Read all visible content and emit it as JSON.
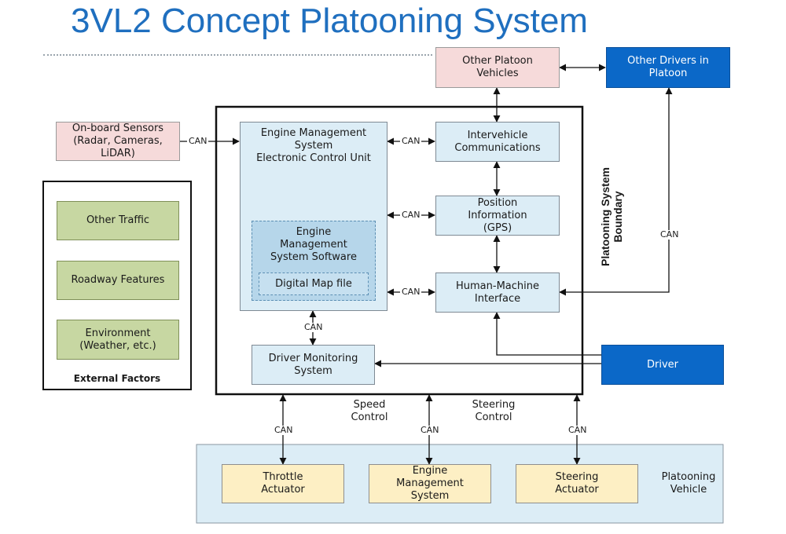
{
  "title": "3VL2 Concept Platooning System",
  "nodes": {
    "other_platoon_vehicles": "Other Platoon\nVehicles",
    "other_drivers": "Other Drivers in\nPlatoon",
    "onboard_sensors": "On-board Sensors\n(Radar, Cameras,\nLiDAR)",
    "ems_ecu": "Engine Management\nSystem\nElectronic Control Unit",
    "ems_software": "Engine\nManagement\nSystem Software",
    "digital_map": "Digital Map file",
    "intervehicle": "Intervehicle\nCommunications",
    "position": "Position\nInformation\n(GPS)",
    "hmi": "Human-Machine\nInterface",
    "driver_monitoring": "Driver Monitoring\nSystem",
    "driver": "Driver",
    "other_traffic": "Other Traffic",
    "roadway_features": "Roadway Features",
    "environment": "Environment\n(Weather, etc.)",
    "throttle_actuator": "Throttle\nActuator",
    "engine_mgmt_system": "Engine\nManagement\nSystem",
    "steering_actuator": "Steering\nActuator"
  },
  "labels": {
    "external_factors": "External Factors",
    "boundary": "Platooning System\nBoundary",
    "platooning_vehicle": "Platooning\nVehicle",
    "speed_control": "Speed\nControl",
    "steering_control": "Steering\nControl",
    "can": "CAN"
  },
  "colors": {
    "title": "#1f6fbf",
    "dark_blue": "#0b68c8",
    "light_blue": "#dcedf6",
    "pink": "#f6dada",
    "green": "#c7d7a2",
    "tan": "#fdefc4"
  }
}
